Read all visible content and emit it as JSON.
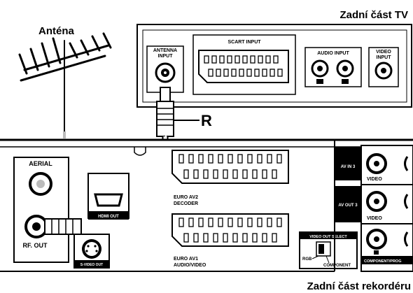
{
  "headings": {
    "tv_rear": "Zadní část TV",
    "antenna": "Anténa",
    "recorder_rear": "Zadní část rekordéru"
  },
  "tv_panel": {
    "antenna_input_line1": "ANTENNA",
    "antenna_input_line2": "INPUT",
    "scart_input": "SCART INPUT",
    "audio_input": "AUDIO INPUT",
    "video_input_line1": "VIDEO",
    "video_input_line2": "INPUT"
  },
  "callout": {
    "r_label": "R"
  },
  "recorder_panel": {
    "aerial": "AERIAL",
    "rf_out": "RF. OUT",
    "hdmi_out": "HDMI OUT",
    "s_video_out": "S-VIDEO OUT",
    "euro_av2_line1": "EURO AV2",
    "euro_av2_line2": "DECODER",
    "euro_av1_line1": "EURO AV1",
    "euro_av1_line2": "AUDIO/VIDEO",
    "av_in_3": "AV IN 3",
    "av_out_3": "AV OUT 3",
    "video_1": "VIDEO",
    "video_2": "VIDEO",
    "video_out_select": "VIDEO OUT SELECT",
    "rgb": "RGB",
    "component": "COMPONENT",
    "component_progressive": "COMPONENT/PROG"
  }
}
